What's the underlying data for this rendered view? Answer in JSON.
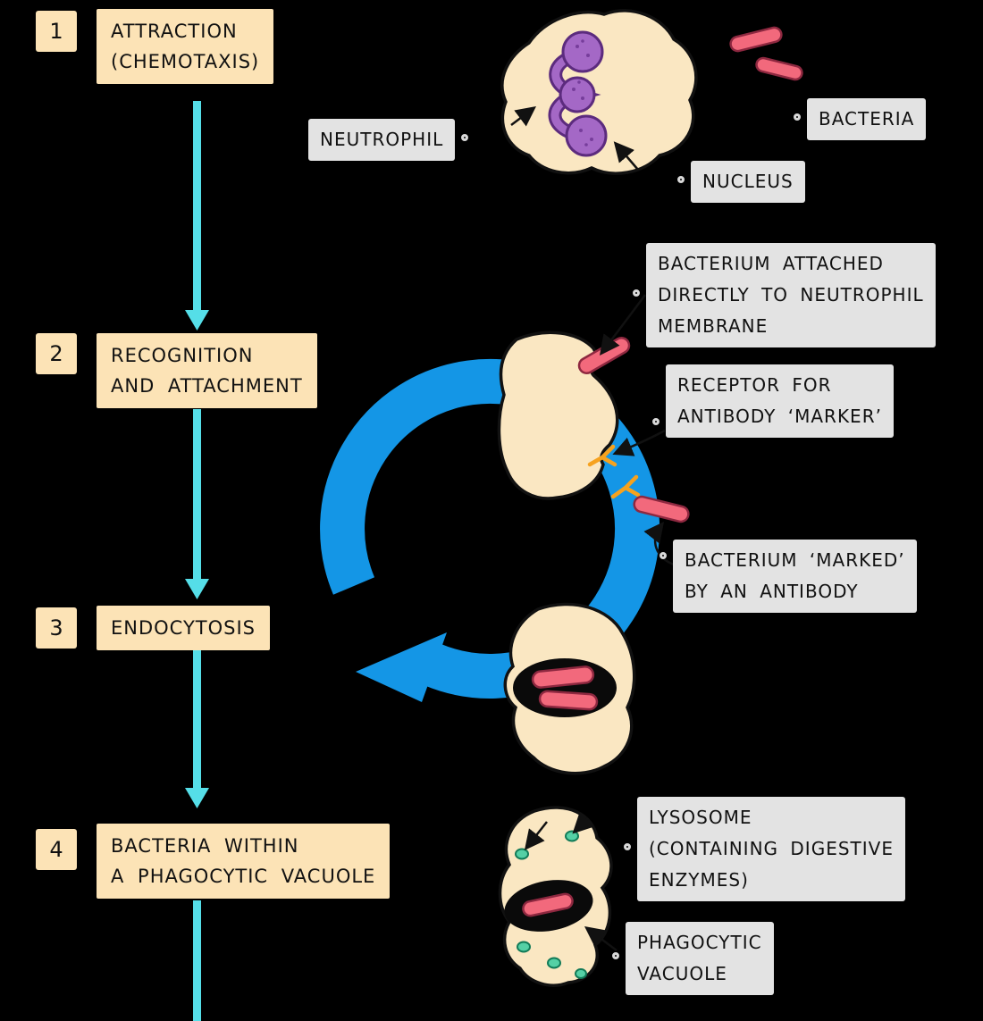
{
  "title": "Phagocytosis steps diagram",
  "colors": {
    "background": "#000000",
    "step_box": "#FCE3B6",
    "label_box": "#E3E3E3",
    "flow_arrow_cyan": "#55DEE8",
    "cycle_ring_blue": "#1496E6",
    "cell_fill": "#FAE7C2",
    "nucleus_purple": "#A468C6",
    "bacteria_pink": "#F2697C",
    "antibody_orange": "#F6A21E",
    "lysosome_teal": "#55D0A5"
  },
  "steps": [
    {
      "number": "1",
      "lines": [
        "ATTRACTION",
        "(CHEMOTAXIS)"
      ]
    },
    {
      "number": "2",
      "lines": [
        "RECOGNITION",
        "AND ATTACHMENT"
      ]
    },
    {
      "number": "3",
      "lines": [
        "ENDOCYTOSIS"
      ]
    },
    {
      "number": "4",
      "lines": [
        "BACTERIA WITHIN",
        "A PHAGOCYTIC VACUOLE"
      ]
    }
  ],
  "annotations": {
    "neutrophil": {
      "lines": [
        "NEUTROPHIL"
      ]
    },
    "bacteria": {
      "lines": [
        "BACTERIA"
      ]
    },
    "nucleus": {
      "lines": [
        "NUCLEUS"
      ]
    },
    "bacterium_attached": {
      "lines": [
        "BACTERIUM ATTACHED",
        "DIRECTLY TO NEUTROPHIL",
        "MEMBRANE"
      ]
    },
    "receptor": {
      "lines": [
        "RECEPTOR FOR",
        "ANTIBODY ‘MARKER’"
      ]
    },
    "bacterium_marked": {
      "lines": [
        "BACTERIUM ‘MARKED’",
        "BY AN ANTIBODY"
      ]
    },
    "lysosome": {
      "lines": [
        "LYSOSOME",
        "(CONTAINING DIGESTIVE",
        "ENZYMES)"
      ]
    },
    "phagocytic_vacuole": {
      "lines": [
        "PHAGOCYTIC",
        "VACUOLE"
      ]
    }
  }
}
